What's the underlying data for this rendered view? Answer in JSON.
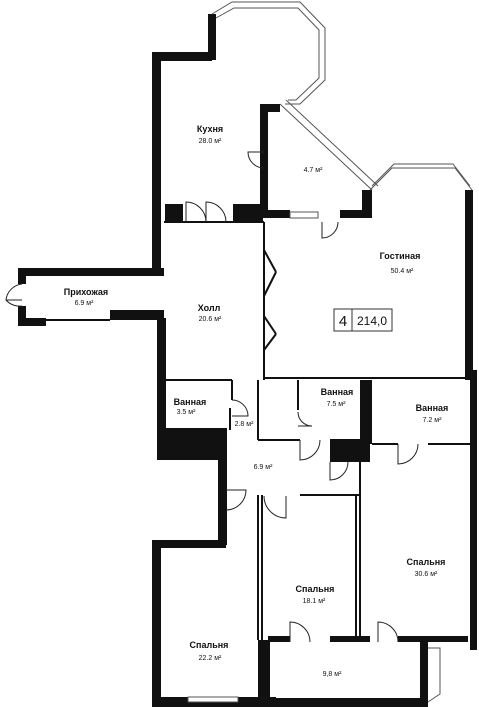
{
  "plan": {
    "unit_number": "4",
    "total_area": "214,0"
  },
  "rooms": {
    "kitchen": {
      "name": "Кухня",
      "area": "28.0 м²"
    },
    "bay": {
      "area": "4.7 м²"
    },
    "living": {
      "name": "Гостиная",
      "area": "50.4 м²"
    },
    "entry": {
      "name": "Прихожая",
      "area": "6.9 м²"
    },
    "hall": {
      "name": "Холл",
      "area": "20.6 м²"
    },
    "bath1": {
      "name": "Ванная",
      "area": "3.5 м²"
    },
    "closet": {
      "area": "2.8 м²"
    },
    "bath2": {
      "name": "Ванная",
      "area": "7.5 м²"
    },
    "bath3": {
      "name": "Ванная",
      "area": "7.2 м²"
    },
    "corridor": {
      "area": "6.9 м²"
    },
    "bed1": {
      "name": "Спальня",
      "area": "30.6 м²"
    },
    "bed2": {
      "name": "Спальня",
      "area": "18.1 м²"
    },
    "bed3": {
      "name": "Спальня",
      "area": "22.2 м²"
    },
    "balcony": {
      "area": "9,8 м²"
    }
  }
}
